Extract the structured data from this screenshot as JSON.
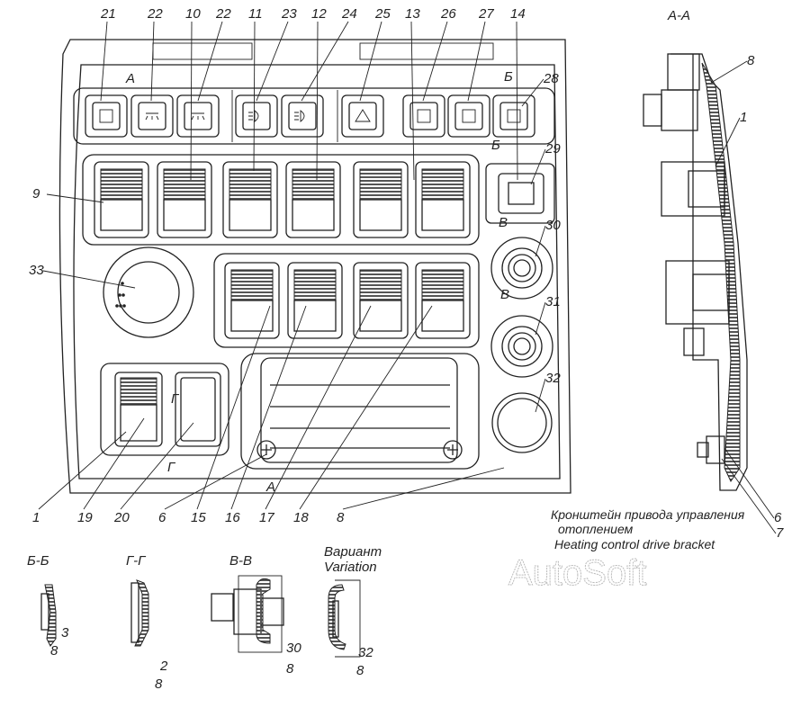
{
  "callouts": {
    "top": [
      "21",
      "22",
      "10",
      "22",
      "11",
      "23",
      "12",
      "24",
      "25",
      "13",
      "26",
      "27",
      "14"
    ],
    "right": [
      "28",
      "29",
      "30",
      "31",
      "32"
    ],
    "left": [
      "9",
      "33"
    ],
    "bottom": [
      "1",
      "19",
      "20",
      "6",
      "15",
      "16",
      "17",
      "18",
      "8"
    ],
    "side_view": [
      "8",
      "1",
      "6",
      "7"
    ]
  },
  "section_marks": {
    "a_top": "А",
    "b_top": "Б",
    "b_mid": "Б",
    "v1": "В",
    "v2": "В",
    "g1": "Г",
    "g2": "Г",
    "a_bottom": "А"
  },
  "views": {
    "aa": "А-А",
    "bb": {
      "title": "Б-Б",
      "labels": [
        "3",
        "8"
      ]
    },
    "gg": {
      "title": "Г-Г",
      "labels": [
        "2",
        "8"
      ]
    },
    "vv": {
      "title": "В-В",
      "labels": [
        "30",
        "8"
      ]
    },
    "variant": {
      "title_ru": "Вариант",
      "title_en": "Variation",
      "labels": [
        "32",
        "8"
      ]
    }
  },
  "caption": {
    "ru_line1": "Кронштейн привода управления",
    "ru_line2": "отоплением",
    "en": "Heating control drive bracket"
  },
  "watermark": "AutoSoft",
  "icons": [
    "blank-switch-icon",
    "interior-lamp-icon",
    "interior-lamp-icon",
    "front-fog-lamp-icon",
    "rear-fog-lamp-icon",
    "hazard-warning-icon",
    "blank-switch-icon",
    "blank-switch-icon",
    "blank-switch-icon"
  ]
}
